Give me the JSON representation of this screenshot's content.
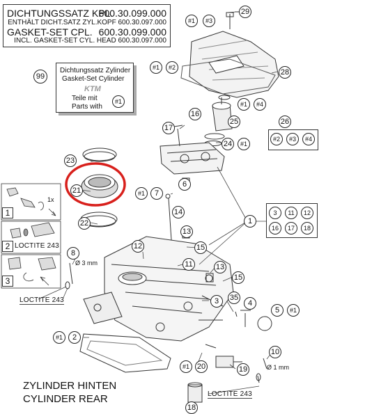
{
  "kit_box": {
    "line1_left": "DICHTUNGSSATZ KPL.",
    "line1_right": "600.30.099.000",
    "line2": "ENTHÄLT DICHT.SATZ ZYL.KOPF 600.30.097.000",
    "line3_left": "GASKET-SET CPL.",
    "line3_right": "600.30.099.000",
    "line4": "INCL. GASKET-SET CYL. HEAD 600.30.097.000"
  },
  "gasket_card": {
    "line1": "Dichtungssatz Zylinder",
    "line2": "Gasket-Set Cylinder",
    "logo": "KTM",
    "line3": "Teile mit",
    "line4": "Parts with",
    "ref": "#1",
    "callout": "99"
  },
  "callouts": {
    "c29": "29",
    "c28": "28",
    "c16": "16",
    "c25": "25",
    "c17": "17",
    "c24": "24",
    "c26": "26",
    "c23": "23",
    "c21": "21",
    "c22": "22",
    "c7": "7",
    "c6": "6",
    "c14": "14",
    "c1": "1",
    "c13a": "13",
    "c12": "12",
    "c15a": "15",
    "c11": "11",
    "c13b": "13",
    "c15b": "15",
    "c8": "8",
    "c3": "3",
    "c35": "35",
    "c4": "4",
    "c5": "5",
    "c2": "2",
    "c10": "10",
    "c20": "20",
    "c19": "19",
    "c18": "18"
  },
  "refs": {
    "r1a": "#1",
    "r3": "#3",
    "r1b": "#1",
    "r2": "#2",
    "r1c": "#1",
    "r4": "#4",
    "r1d": "#1",
    "r1e": "#1",
    "r1f": "#1",
    "r1g": "#1",
    "r1h": "#1"
  },
  "group26": [
    "#2",
    "#3",
    "#4"
  ],
  "group1": [
    "3",
    "11",
    "12",
    "16",
    "17",
    "18"
  ],
  "steps": [
    "1",
    "2",
    "3"
  ],
  "step1_note": "1x",
  "loctite": {
    "step2": "LOCTITE 243",
    "left": "LOCTITE 243",
    "bottom": "LOCTITE 243"
  },
  "dims": {
    "d8": "Ø 3 mm",
    "d10": "Ø 1 mm"
  },
  "footer": {
    "line1": "ZYLINDER HINTEN",
    "line2": "CYLINDER REAR"
  }
}
